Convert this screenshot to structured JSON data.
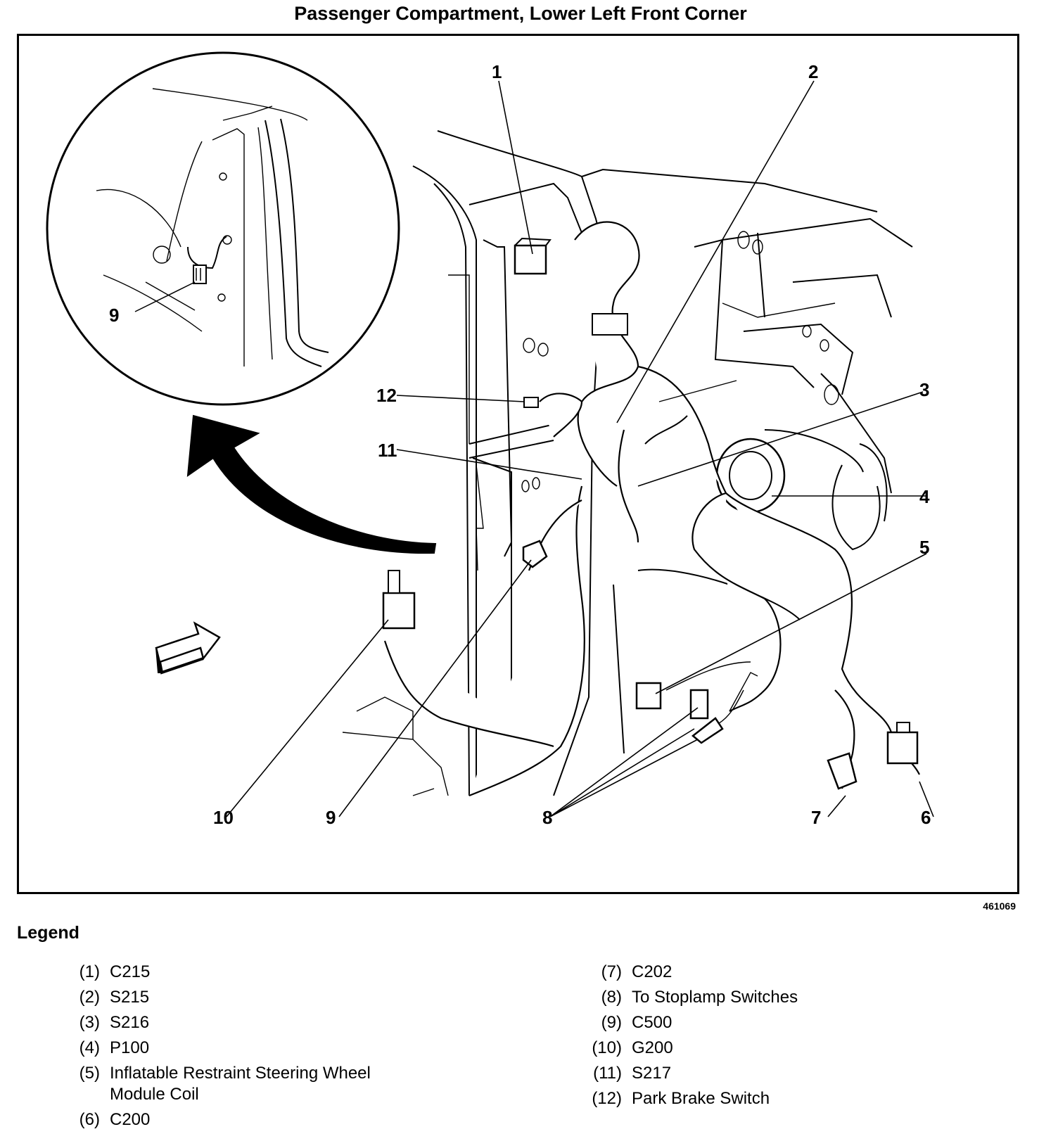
{
  "diagram": {
    "title": "Passenger Compartment, Lower Left Front Corner",
    "figure_id": "461069",
    "callouts": [
      "1",
      "2",
      "3",
      "4",
      "5",
      "6",
      "7",
      "8",
      "9",
      "10",
      "11",
      "12"
    ],
    "inset_callout": "9"
  },
  "legend": {
    "title": "Legend",
    "left_items": [
      {
        "num": "(1)",
        "text": "C215"
      },
      {
        "num": "(2)",
        "text": "S215"
      },
      {
        "num": "(3)",
        "text": "S216"
      },
      {
        "num": "(4)",
        "text": "P100"
      },
      {
        "num": "(5)",
        "text": "Inflatable Restraint Steering Wheel Module Coil"
      },
      {
        "num": "(6)",
        "text": "C200"
      }
    ],
    "right_items": [
      {
        "num": "(7)",
        "text": "C202"
      },
      {
        "num": "(8)",
        "text": "To Stoplamp Switches"
      },
      {
        "num": "(9)",
        "text": "C500"
      },
      {
        "num": "(10)",
        "text": "G200"
      },
      {
        "num": "(11)",
        "text": "S217"
      },
      {
        "num": "(12)",
        "text": "Park Brake Switch"
      }
    ]
  }
}
